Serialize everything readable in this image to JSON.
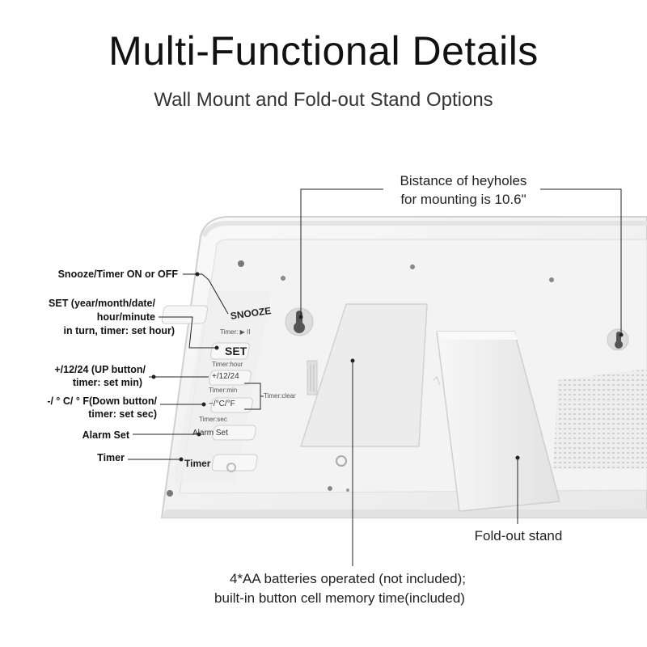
{
  "header": {
    "title": "Multi-Functional Details",
    "subtitle": "Wall Mount and Fold-out Stand Options"
  },
  "labels": {
    "snooze": "Snooze/Timer ON or OFF",
    "set_line1": "SET (year/month/date/",
    "set_line2": "hour/minute",
    "set_line3": "in turn, timer: set hour)",
    "up_line1": "+/12/24 (UP button/",
    "up_line2": "timer: set min)",
    "down_line1": "-/ ° C/ ° F(Down button/",
    "down_line2": "timer: set sec)",
    "alarm": "Alarm Set",
    "timer": "Timer"
  },
  "callouts": {
    "keyholes_line1": "Bistance of heyholes",
    "keyholes_line2": "for mounting is 10.6\"",
    "stand": "Fold-out stand",
    "battery_line1": "4*AA batteries operated (not included);",
    "battery_line2": "built-in button cell memory time(included)"
  },
  "device_buttons": {
    "snooze": "SNOOZE",
    "timer_play": "Timer: ▶ II",
    "set": "SET",
    "timer_hour": "Timer:hour",
    "up": "+/12/24",
    "timer_min": "Timer:min",
    "down": "−/°C/°F",
    "timer_sec": "Timer:sec",
    "alarm_set": "Alarm Set",
    "timer": "Timer",
    "timer_clear": "Timer:clear"
  },
  "colors": {
    "device_body": "#f2f2f2",
    "device_edge": "#d6d6d6",
    "line": "#222222"
  }
}
